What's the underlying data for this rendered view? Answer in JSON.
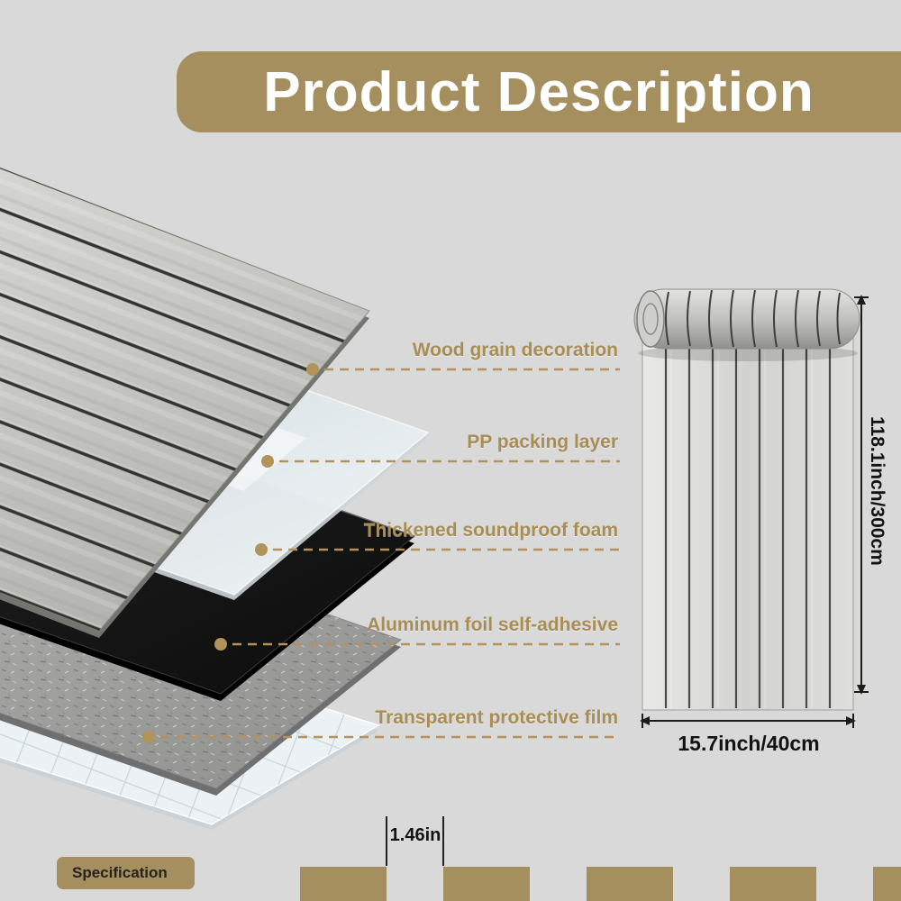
{
  "title": "Product Description",
  "layers": [
    {
      "label": "Wood grain decoration"
    },
    {
      "label": "PP packing layer"
    },
    {
      "label": "Thickened soundproof foam"
    },
    {
      "label": "Aluminum foil self-adhesive"
    },
    {
      "label": "Transparent protective film"
    }
  ],
  "product_dimensions": {
    "length": "118.1inch/300cm",
    "width": "15.7inch/40cm",
    "plank_gap": "1.46in"
  },
  "footer": {
    "section_label": "Specification"
  },
  "colors": {
    "banner": "#a58f5f",
    "label_text": "#a88e55",
    "background": "#d9d9d9",
    "foam_layer": "#141414"
  }
}
